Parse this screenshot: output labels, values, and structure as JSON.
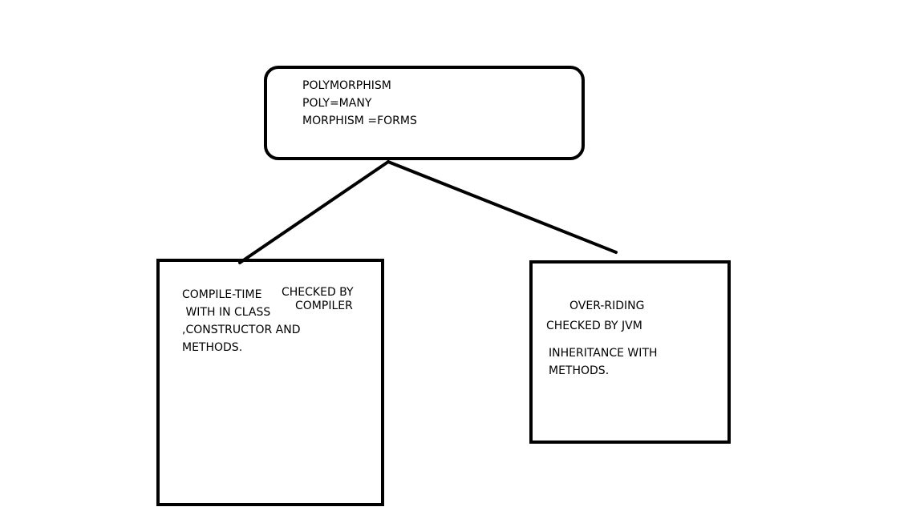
{
  "root": {
    "lines": [
      "POLYMORPHISM",
      "POLY=MANY",
      "MORPHISM =FORMS"
    ]
  },
  "left_box": {
    "main_lines": [
      "COMPILE-TIME",
      " WITH IN CLASS",
      ",CONSTRUCTOR AND",
      "METHODS."
    ],
    "note_lines": [
      "CHECKED BY",
      "COMPILER"
    ]
  },
  "right_box": {
    "title": "OVER-RIDING",
    "checked": "CHECKED BY JVM",
    "detail_lines": [
      "INHERITANCE WITH",
      "METHODS."
    ]
  },
  "colors": {
    "stroke": "#000000",
    "background": "#ffffff"
  }
}
